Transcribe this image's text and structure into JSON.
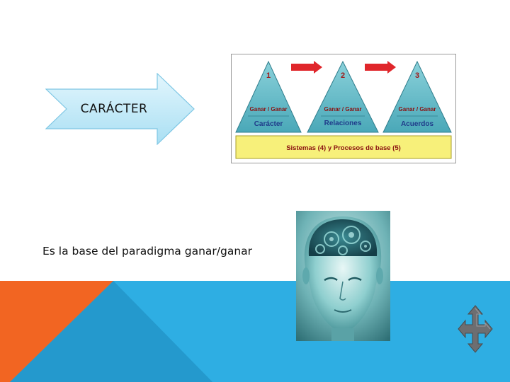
{
  "slide": {
    "arrow_label": "CARÁCTER",
    "caption": "Es la base del paradigma ganar/ganar"
  },
  "diagram": {
    "steps": [
      {
        "number": "1",
        "tag": "Ganar / Ganar",
        "label": "Carácter"
      },
      {
        "number": "2",
        "tag": "Ganar / Ganar",
        "label": "Relaciones"
      },
      {
        "number": "3",
        "tag": "Ganar / Ganar",
        "label": "Acuerdos"
      }
    ],
    "base_label": "Sistemas (4) y Procesos de base (5)"
  },
  "colors": {
    "orange": "#f26522",
    "blue": "#2eaee3",
    "teal_dark": "#1e6f8c",
    "triangle_fill": "#5cb8c6",
    "arrow_red": "#e0262b",
    "base_yellow": "#f7f07a",
    "arrow_fill": "#bfe8f6",
    "nav_gray": "#6d6e71"
  },
  "icons": {
    "nav": "move-arrows-icon"
  }
}
